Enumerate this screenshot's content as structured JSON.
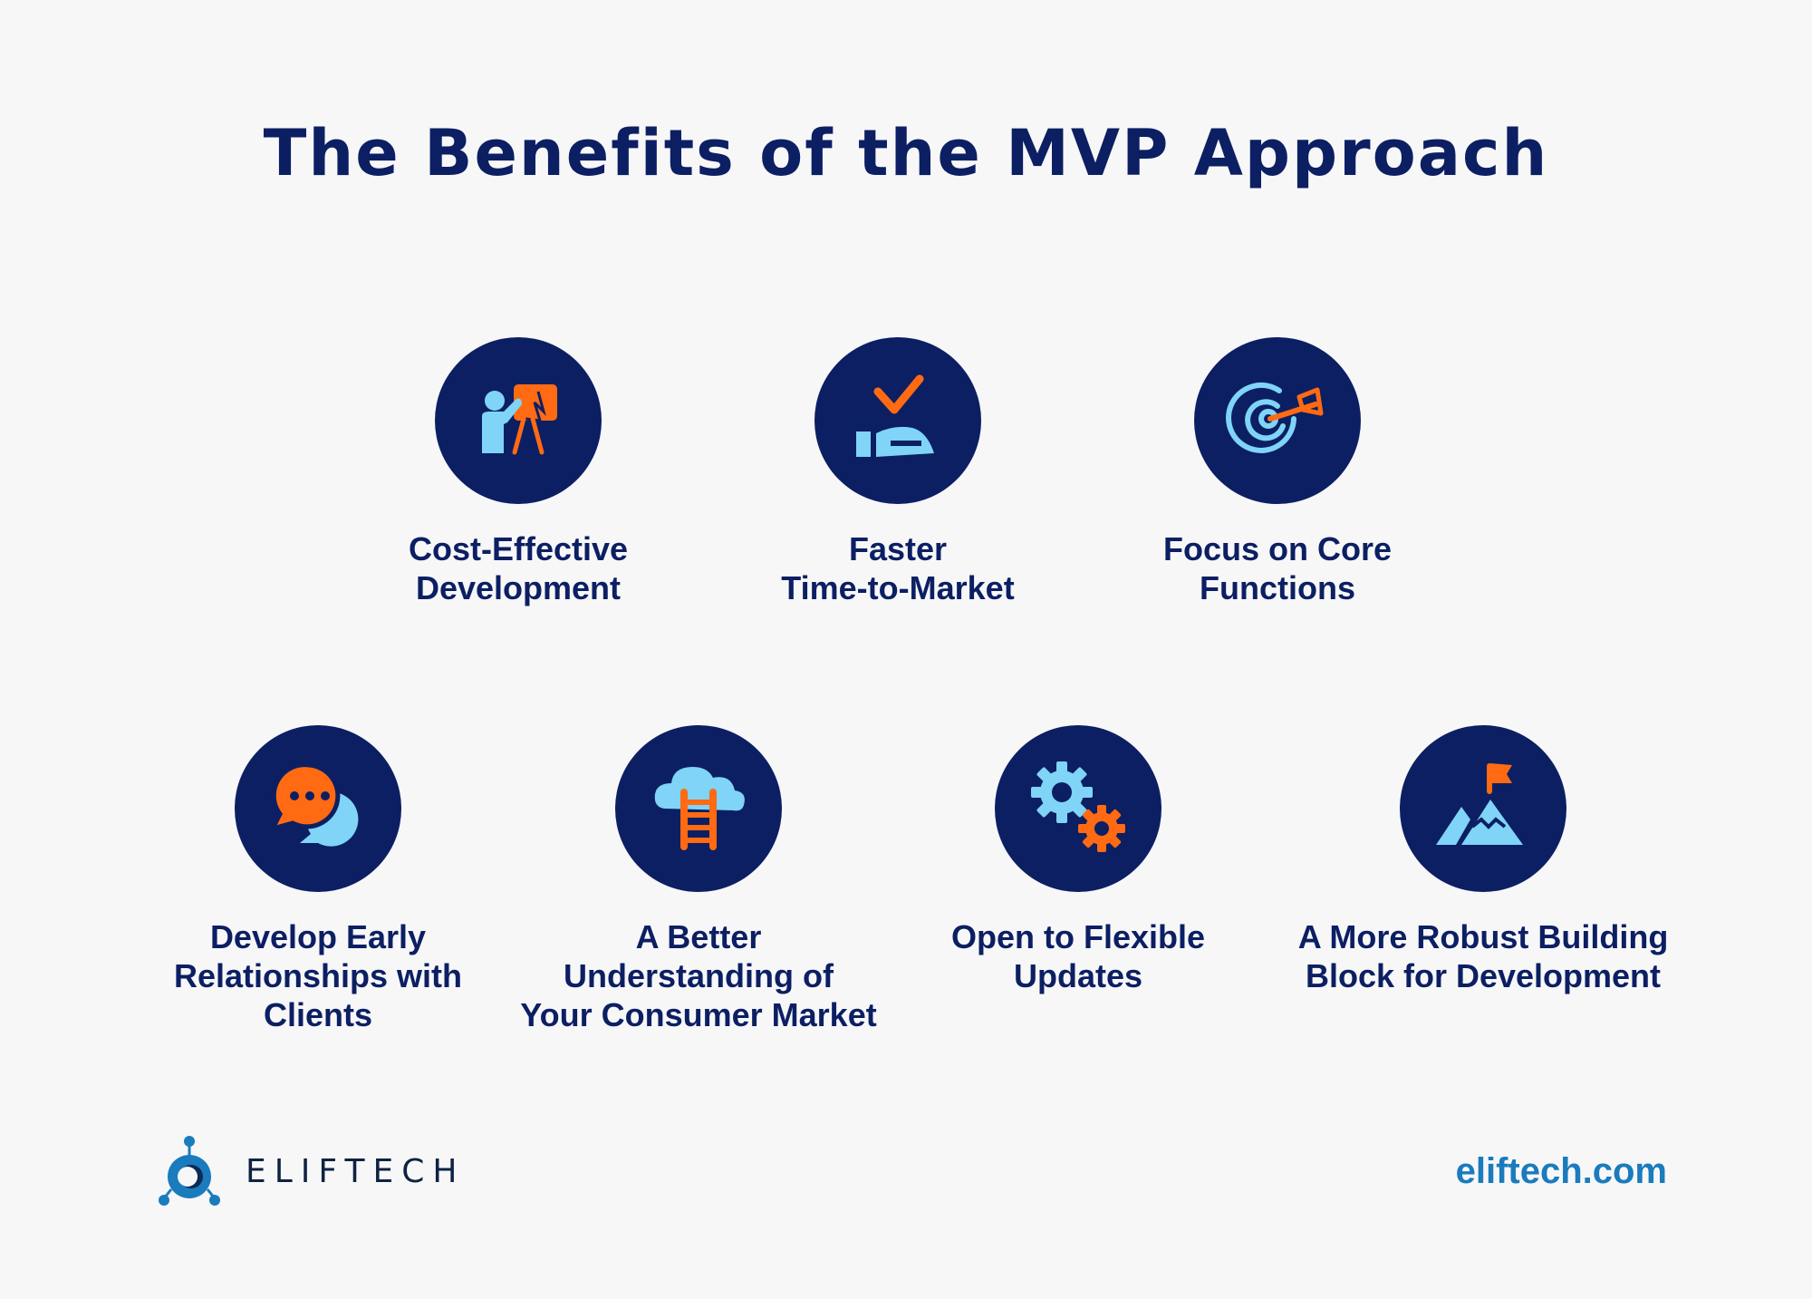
{
  "title": "The Benefits of the MVP Approach",
  "colors": {
    "background": "#f7f7f8",
    "navy": "#0c1f63",
    "orange": "#ff6a13",
    "light_blue": "#7fd4f7",
    "link_blue": "#1a7bbd"
  },
  "benefits": [
    {
      "label": "Cost-Effective\nDevelopment",
      "icon": "presentation-chart-icon"
    },
    {
      "label": "Faster\nTime-to-Market",
      "icon": "hand-checkmark-icon"
    },
    {
      "label": "Focus on Core\nFunctions",
      "icon": "target-dart-icon"
    },
    {
      "label": "Develop Early\nRelationships with\nClients",
      "icon": "chat-bubbles-icon"
    },
    {
      "label": "A Better\nUnderstanding of\nYour Consumer Market",
      "icon": "cloud-ladder-icon"
    },
    {
      "label": "Open to Flexible\nUpdates",
      "icon": "gears-icon"
    },
    {
      "label": "A More Robust Building\nBlock for Development",
      "icon": "mountain-flag-icon"
    }
  ],
  "footer": {
    "brand": "ELIFTECH",
    "website": "eliftech.com"
  }
}
